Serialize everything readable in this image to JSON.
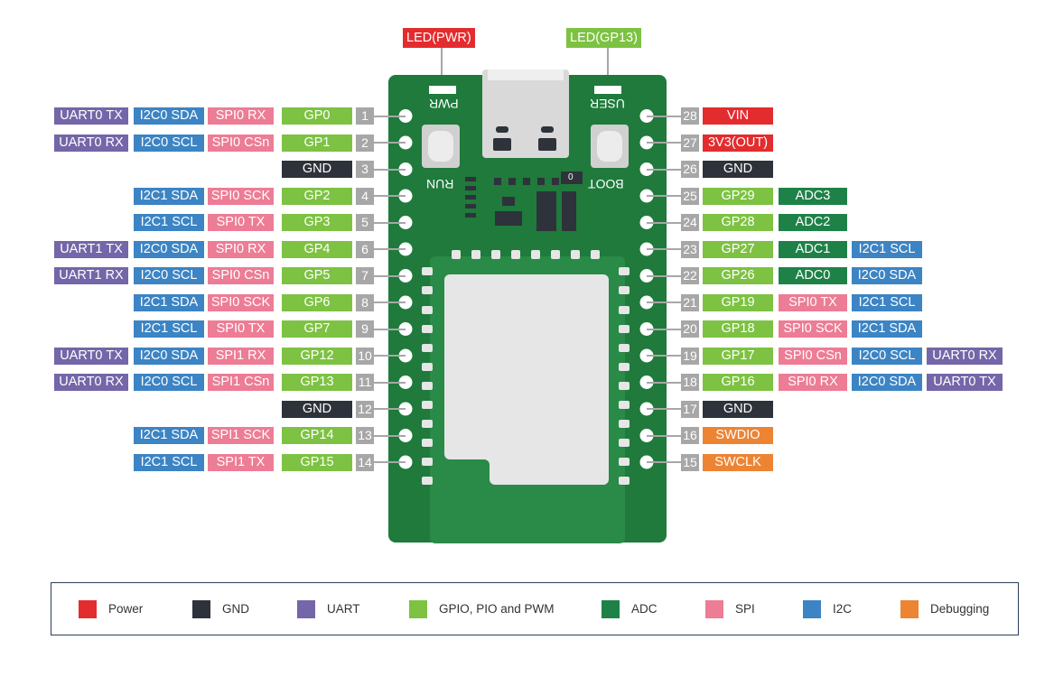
{
  "colors": {
    "power": "#e32c2e",
    "gnd": "#2e323a",
    "uart": "#7466a8",
    "gpio": "#7dc242",
    "adc": "#1e8248",
    "spi": "#ed7c95",
    "i2c": "#3c84c4",
    "debug": "#ec8434",
    "pin_number": "#a7a7a7",
    "board": "#1f7a3c"
  },
  "top_labels": {
    "led_pwr": "LED(PWR)",
    "led_user": "LED(GP13)"
  },
  "silkscreen": {
    "pwr": "PWR",
    "user": "USER",
    "run": "RUN",
    "boot": "BOOT",
    "boot_button": "0"
  },
  "left_pins": [
    {
      "num": "1",
      "labels": [
        {
          "text": "UART0 TX",
          "type": "uart"
        },
        {
          "text": "I2C0 SDA",
          "type": "i2c"
        },
        {
          "text": "SPI0 RX",
          "type": "spi"
        },
        {
          "text": "GP0",
          "type": "gpio"
        }
      ]
    },
    {
      "num": "2",
      "labels": [
        {
          "text": "UART0 RX",
          "type": "uart"
        },
        {
          "text": "I2C0 SCL",
          "type": "i2c"
        },
        {
          "text": "SPI0 CSn",
          "type": "spi"
        },
        {
          "text": "GP1",
          "type": "gpio"
        }
      ]
    },
    {
      "num": "3",
      "labels": [
        {
          "text": "GND",
          "type": "gnd"
        }
      ]
    },
    {
      "num": "4",
      "labels": [
        {
          "text": "I2C1 SDA",
          "type": "i2c"
        },
        {
          "text": "SPI0 SCK",
          "type": "spi"
        },
        {
          "text": "GP2",
          "type": "gpio"
        }
      ]
    },
    {
      "num": "5",
      "labels": [
        {
          "text": "I2C1 SCL",
          "type": "i2c"
        },
        {
          "text": "SPI0 TX",
          "type": "spi"
        },
        {
          "text": "GP3",
          "type": "gpio"
        }
      ]
    },
    {
      "num": "6",
      "labels": [
        {
          "text": "UART1 TX",
          "type": "uart"
        },
        {
          "text": "I2C0 SDA",
          "type": "i2c"
        },
        {
          "text": "SPI0 RX",
          "type": "spi"
        },
        {
          "text": "GP4",
          "type": "gpio"
        }
      ]
    },
    {
      "num": "7",
      "labels": [
        {
          "text": "UART1 RX",
          "type": "uart"
        },
        {
          "text": "I2C0 SCL",
          "type": "i2c"
        },
        {
          "text": "SPI0 CSn",
          "type": "spi"
        },
        {
          "text": "GP5",
          "type": "gpio"
        }
      ]
    },
    {
      "num": "8",
      "labels": [
        {
          "text": "I2C1 SDA",
          "type": "i2c"
        },
        {
          "text": "SPI0 SCK",
          "type": "spi"
        },
        {
          "text": "GP6",
          "type": "gpio"
        }
      ]
    },
    {
      "num": "9",
      "labels": [
        {
          "text": "I2C1 SCL",
          "type": "i2c"
        },
        {
          "text": "SPI0 TX",
          "type": "spi"
        },
        {
          "text": "GP7",
          "type": "gpio"
        }
      ]
    },
    {
      "num": "10",
      "labels": [
        {
          "text": "UART0 TX",
          "type": "uart"
        },
        {
          "text": "I2C0 SDA",
          "type": "i2c"
        },
        {
          "text": "SPI1 RX",
          "type": "spi"
        },
        {
          "text": "GP12",
          "type": "gpio"
        }
      ]
    },
    {
      "num": "11",
      "labels": [
        {
          "text": "UART0 RX",
          "type": "uart"
        },
        {
          "text": "I2C0 SCL",
          "type": "i2c"
        },
        {
          "text": "SPI1 CSn",
          "type": "spi"
        },
        {
          "text": "GP13",
          "type": "gpio"
        }
      ]
    },
    {
      "num": "12",
      "labels": [
        {
          "text": "GND",
          "type": "gnd"
        }
      ]
    },
    {
      "num": "13",
      "labels": [
        {
          "text": "I2C1 SDA",
          "type": "i2c"
        },
        {
          "text": "SPI1 SCK",
          "type": "spi"
        },
        {
          "text": "GP14",
          "type": "gpio"
        }
      ]
    },
    {
      "num": "14",
      "labels": [
        {
          "text": "I2C1 SCL",
          "type": "i2c"
        },
        {
          "text": "SPI1 TX",
          "type": "spi"
        },
        {
          "text": "GP15",
          "type": "gpio"
        }
      ]
    }
  ],
  "right_pins": [
    {
      "num": "28",
      "labels": [
        {
          "text": "VIN",
          "type": "power"
        }
      ]
    },
    {
      "num": "27",
      "labels": [
        {
          "text": "3V3(OUT)",
          "type": "power"
        }
      ]
    },
    {
      "num": "26",
      "labels": [
        {
          "text": "GND",
          "type": "gnd"
        }
      ]
    },
    {
      "num": "25",
      "labels": [
        {
          "text": "GP29",
          "type": "gpio"
        },
        {
          "text": "ADC3",
          "type": "adc"
        }
      ]
    },
    {
      "num": "24",
      "labels": [
        {
          "text": "GP28",
          "type": "gpio"
        },
        {
          "text": "ADC2",
          "type": "adc"
        }
      ]
    },
    {
      "num": "23",
      "labels": [
        {
          "text": "GP27",
          "type": "gpio"
        },
        {
          "text": "ADC1",
          "type": "adc"
        },
        {
          "text": "I2C1 SCL",
          "type": "i2c"
        }
      ]
    },
    {
      "num": "22",
      "labels": [
        {
          "text": "GP26",
          "type": "gpio"
        },
        {
          "text": "ADC0",
          "type": "adc"
        },
        {
          "text": "I2C0 SDA",
          "type": "i2c"
        }
      ]
    },
    {
      "num": "21",
      "labels": [
        {
          "text": "GP19",
          "type": "gpio"
        },
        {
          "text": "SPI0 TX",
          "type": "spi"
        },
        {
          "text": "I2C1 SCL",
          "type": "i2c"
        }
      ]
    },
    {
      "num": "20",
      "labels": [
        {
          "text": "GP18",
          "type": "gpio"
        },
        {
          "text": "SPI0 SCK",
          "type": "spi"
        },
        {
          "text": "I2C1 SDA",
          "type": "i2c"
        }
      ]
    },
    {
      "num": "19",
      "labels": [
        {
          "text": "GP17",
          "type": "gpio"
        },
        {
          "text": "SPI0 CSn",
          "type": "spi"
        },
        {
          "text": "I2C0 SCL",
          "type": "i2c"
        },
        {
          "text": "UART0 RX",
          "type": "uart"
        }
      ]
    },
    {
      "num": "18",
      "labels": [
        {
          "text": "GP16",
          "type": "gpio"
        },
        {
          "text": "SPI0 RX",
          "type": "spi"
        },
        {
          "text": "I2C0 SDA",
          "type": "i2c"
        },
        {
          "text": "UART0 TX",
          "type": "uart"
        }
      ]
    },
    {
      "num": "17",
      "labels": [
        {
          "text": "GND",
          "type": "gnd"
        }
      ]
    },
    {
      "num": "16",
      "labels": [
        {
          "text": "SWDIO",
          "type": "debug"
        }
      ]
    },
    {
      "num": "15",
      "labels": [
        {
          "text": "SWCLK",
          "type": "debug"
        }
      ]
    }
  ],
  "legend": [
    {
      "label": "Power",
      "type": "power"
    },
    {
      "label": "GND",
      "type": "gnd"
    },
    {
      "label": "UART",
      "type": "uart"
    },
    {
      "label": "GPIO, PIO and PWM",
      "type": "gpio"
    },
    {
      "label": "ADC",
      "type": "adc"
    },
    {
      "label": "SPI",
      "type": "spi"
    },
    {
      "label": "I2C",
      "type": "i2c"
    },
    {
      "label": "Debugging",
      "type": "debug"
    }
  ]
}
